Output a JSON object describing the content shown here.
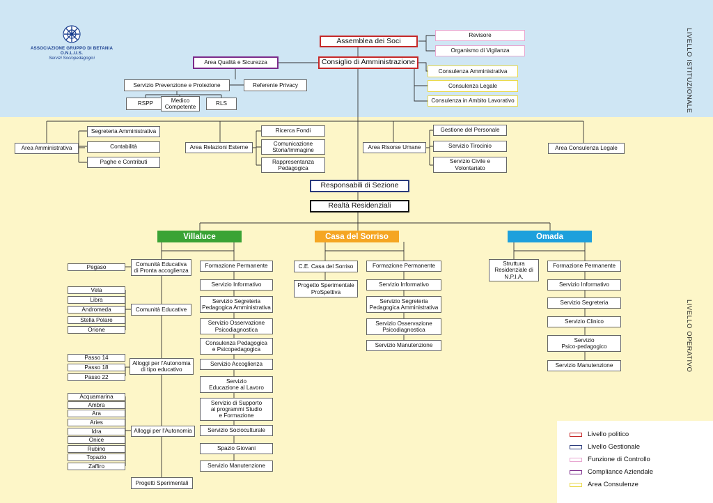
{
  "logo": {
    "org_name": "ASSOCIAZIONE GRUPPO DI BETANIA O.N.L.U.S.",
    "subtitle": "Servizi Sociopedagogici"
  },
  "side_labels": {
    "institutional": "LIVELLO ISTITUZIONALE",
    "operational": "LIVELLO OPERATIVO"
  },
  "top": {
    "assemblea": "Assemblea dei Soci",
    "consiglio": "Consiglio di Amministrazione",
    "revisore": "Revisore",
    "vigilanza": "Organismo di Vigilanza",
    "area_qualita": "Area Qualità e Sicurezza",
    "prevenzione": "Servizio Prevenzione e Protezione",
    "referente_privacy": "Referente Privacy",
    "rspp": "RSPP",
    "medico": "Medico\nCompetente",
    "rls": "RLS",
    "cons_amm": "Consulenza Amministrativa",
    "cons_legale": "Consulenza Legale",
    "cons_lavoro": "Consulenza in Ambito Lavorativo"
  },
  "areas": {
    "amministrativa": "Area Amministrativa",
    "segreteria_amm": "Segreteria Amministrativa",
    "contabilita": "Contabilità",
    "paghe": "Paghe e Contributi",
    "relazioni": "Area Relazioni Esterne",
    "ricerca_fondi": "Ricerca Fondi",
    "comunicazione": "Comunicazione\nStoria/Immagine",
    "rappresentanza": "Rappresentanza\nPedagogica",
    "risorse_umane": "Area Risorse Umane",
    "gestione_personale": "Gestione del Personale",
    "tirocinio": "Servizio Tirocinio",
    "civile": "Servizio Civile e\nVolontariato",
    "consulenza_legale_area": "Area Consulenza Legale"
  },
  "middle": {
    "responsabili": "Responsabili di Sezione",
    "realta": "Realtà Residenziali"
  },
  "sections": {
    "villaluce": {
      "name": "Villaluce",
      "color": "#3aa335"
    },
    "sorriso": {
      "name": "Casa del Sorriso",
      "color": "#f5a623"
    },
    "omada": {
      "name": "Omada",
      "color": "#1ea0dc"
    }
  },
  "villaluce": {
    "comunita_pronta": "Comunità Educativa\ndi Pronta accoglienza",
    "pegaso": "Pegaso",
    "comunita_educative": "Comunità Educative",
    "comunita_list": [
      "Vela",
      "Libra",
      "Andromeda",
      "Stella Polare",
      "Orione"
    ],
    "alloggi_tipo": "Alloggi per l'Autonomia\ndi tipo educativo",
    "passo_list": [
      "Passo 14",
      "Passo 18",
      "Passo 22"
    ],
    "alloggi": "Alloggi per l'Autonomia",
    "alloggi_list": [
      "Acquamarina",
      "Ambra",
      "Ara",
      "Aries",
      "Idra",
      "Onice",
      "Rubino",
      "Topazio",
      "Zaffiro"
    ],
    "progetti": "Progetti Sperimentali",
    "services": [
      "Formazione Permanente",
      "Servizio Informativo",
      "Servizio Segreteria\nPedagogica Amministrativa",
      "Servizio Osservazione\nPsicodiagnostica",
      "Consulenza Pedagogica\ne Psicopedagogica",
      "Servizio Accoglienza",
      "Servizio\nEducazione al Lavoro",
      "Servizio di Supporto\nai programmi Studio\ne Formazione",
      "Servizio Socioculturale",
      "Spazio Giovani",
      "Servizio Manutenzione"
    ]
  },
  "sorriso": {
    "ce": "C.E. Casa del Sorriso",
    "progetto": "Progetto Sperimentale\nProSpettiva",
    "services": [
      "Formazione Permanente",
      "Servizio Informativo",
      "Servizio Segreteria\nPedagogica Amministrativa",
      "Servizio Osservazione\nPsicodiagnostica",
      "Servizio Manutenzione"
    ]
  },
  "omada": {
    "struttura": "Struttura\nResidenziale di\nN.P.I.A.",
    "services": [
      "Formazione Permanente",
      "Servizio Informativo",
      "Servizio Segreteria",
      "Servizio Clinico",
      "Servizio\nPsico-pedagogico",
      "Servizio Manutenzione"
    ]
  },
  "legend": [
    {
      "label": "Livello politico",
      "color": "#c62828"
    },
    {
      "label": "Livello Gestionale",
      "color": "#2b3b7c"
    },
    {
      "label": "Funzione di Controllo",
      "color": "#e8a6d0"
    },
    {
      "label": "Compliance Aziendale",
      "color": "#7b2a8a"
    },
    {
      "label": "Area Consulenze",
      "color": "#ead94a"
    }
  ]
}
